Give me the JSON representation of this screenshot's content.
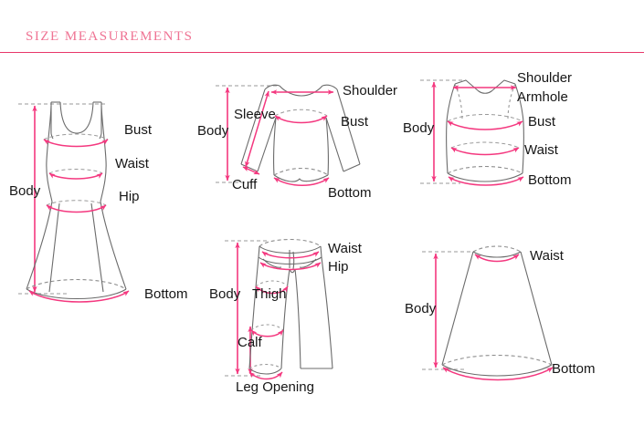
{
  "header": {
    "title": "SIZE  MEASUREMENTS",
    "title_color": "#ef7393",
    "rule_color": "#e8376a"
  },
  "theme": {
    "accent_pink": "#f4387f",
    "garment_line": "#6b6b6b",
    "dashed_guide": "#9a9a9a",
    "label_color": "#161616",
    "background": "#ffffff"
  },
  "figures": [
    {
      "name": "dress",
      "labels": [
        {
          "key": "body",
          "text": "Body"
        },
        {
          "key": "bust",
          "text": "Bust"
        },
        {
          "key": "waist",
          "text": "Waist"
        },
        {
          "key": "hip",
          "text": "Hip"
        },
        {
          "key": "bottom",
          "text": "Bottom"
        }
      ]
    },
    {
      "name": "sweater",
      "labels": [
        {
          "key": "shoulder",
          "text": "Shoulder"
        },
        {
          "key": "sleeve",
          "text": "Sleeve"
        },
        {
          "key": "bust",
          "text": "Bust"
        },
        {
          "key": "body",
          "text": "Body"
        },
        {
          "key": "cuff",
          "text": "Cuff"
        },
        {
          "key": "bottom",
          "text": "Bottom"
        }
      ]
    },
    {
      "name": "tank-top",
      "labels": [
        {
          "key": "shoulder",
          "text": "Shoulder"
        },
        {
          "key": "armhole",
          "text": "Armhole"
        },
        {
          "key": "bust",
          "text": "Bust"
        },
        {
          "key": "body",
          "text": "Body"
        },
        {
          "key": "waist",
          "text": "Waist"
        },
        {
          "key": "bottom",
          "text": "Bottom"
        }
      ]
    },
    {
      "name": "pants",
      "labels": [
        {
          "key": "waist",
          "text": "Waist"
        },
        {
          "key": "hip",
          "text": "Hip"
        },
        {
          "key": "body",
          "text": "Body"
        },
        {
          "key": "thigh",
          "text": "Thigh"
        },
        {
          "key": "calf",
          "text": "Calf"
        },
        {
          "key": "leg_opening",
          "text": "Leg Opening"
        }
      ]
    },
    {
      "name": "skirt",
      "labels": [
        {
          "key": "waist",
          "text": "Waist"
        },
        {
          "key": "body",
          "text": "Body"
        },
        {
          "key": "bottom",
          "text": "Bottom"
        }
      ]
    }
  ],
  "dress": {
    "body": "Body",
    "bust": "Bust",
    "waist": "Waist",
    "hip": "Hip",
    "bottom": "Bottom"
  },
  "sweater": {
    "shoulder": "Shoulder",
    "sleeve": "Sleeve",
    "bust": "Bust",
    "body": "Body",
    "cuff": "Cuff",
    "bottom": "Bottom"
  },
  "tank": {
    "shoulder": "Shoulder",
    "armhole": "Armhole",
    "bust": "Bust",
    "body": "Body",
    "waist": "Waist",
    "bottom": "Bottom"
  },
  "pants": {
    "waist": "Waist",
    "hip": "Hip",
    "body": "Body",
    "thigh": "Thigh",
    "calf": "Calf",
    "leg_opening": "Leg Opening"
  },
  "skirt": {
    "waist": "Waist",
    "body": "Body",
    "bottom": "Bottom"
  }
}
